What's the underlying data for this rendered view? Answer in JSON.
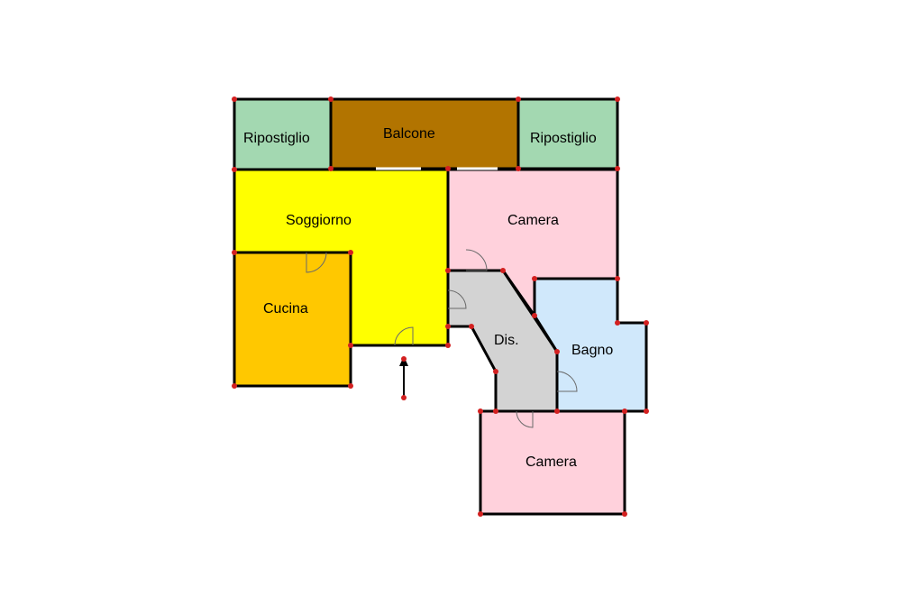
{
  "rooms": {
    "ripostiglio_left": {
      "label": "Ripostiglio",
      "color": "#a3d8b1"
    },
    "balcone": {
      "label": "Balcone",
      "color": "#b27400"
    },
    "ripostiglio_right": {
      "label": "Ripostiglio",
      "color": "#a3d8b1"
    },
    "soggiorno": {
      "label": "Soggiorno",
      "color": "#ffff00"
    },
    "camera_top": {
      "label": "Camera",
      "color": "#ffd1dc"
    },
    "cucina": {
      "label": "Cucina",
      "color": "#ffc800"
    },
    "dis": {
      "label": "Dis.",
      "color": "#d3d3d3"
    },
    "bagno": {
      "label": "Bagno",
      "color": "#d0e8fb"
    },
    "camera_bottom": {
      "label": "Camera",
      "color": "#ffd1dc"
    }
  },
  "colors": {
    "wall": "#000000",
    "node": "#d32020",
    "entrance_arrow": "#000000"
  }
}
